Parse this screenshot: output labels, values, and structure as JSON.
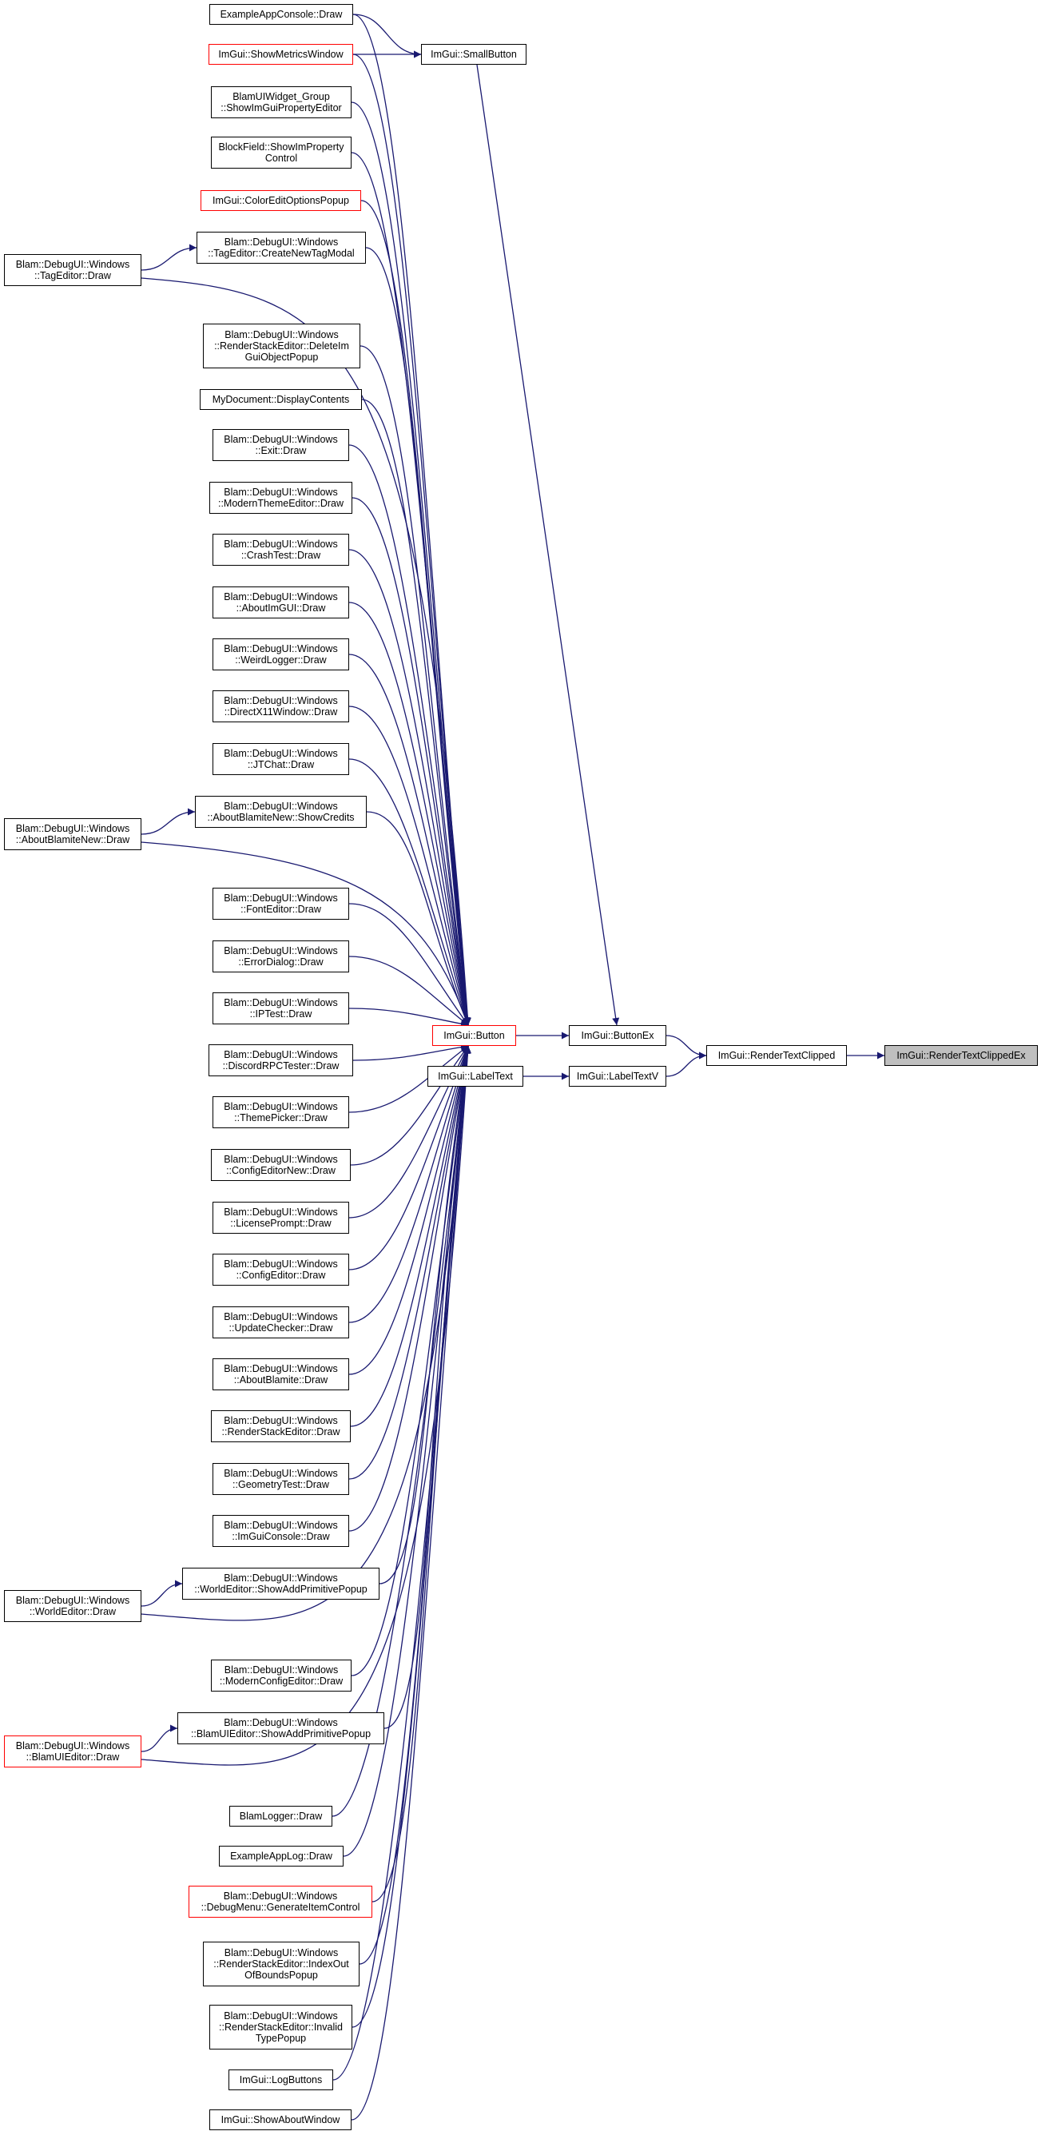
{
  "colors": {
    "edge": "#191970",
    "border": "#000000",
    "border_red": "#ff0000",
    "current_fill": "#bfbfbf"
  },
  "nodes": [
    {
      "id": "renderTextClippedEx",
      "lines": [
        "ImGui::RenderTextClippedEx"
      ],
      "style": "current"
    },
    {
      "id": "renderTextClipped",
      "lines": [
        "ImGui::RenderTextClipped"
      ],
      "style": "normal"
    },
    {
      "id": "buttonEx",
      "lines": [
        "ImGui::ButtonEx"
      ],
      "style": "normal"
    },
    {
      "id": "labelTextV",
      "lines": [
        "ImGui::LabelTextV"
      ],
      "style": "normal"
    },
    {
      "id": "smallButton",
      "lines": [
        "ImGui::SmallButton"
      ],
      "style": "normal"
    },
    {
      "id": "button",
      "lines": [
        "ImGui::Button"
      ],
      "style": "red"
    },
    {
      "id": "labelText",
      "lines": [
        "ImGui::LabelText"
      ],
      "style": "normal"
    },
    {
      "id": "exAppConsole",
      "lines": [
        "ExampleAppConsole::Draw"
      ],
      "style": "normal"
    },
    {
      "id": "showMetrics",
      "lines": [
        "ImGui::ShowMetricsWindow"
      ],
      "style": "red"
    },
    {
      "id": "blamUIWidget",
      "lines": [
        "BlamUIWidget_Group",
        "::ShowImGuiPropertyEditor"
      ],
      "style": "normal"
    },
    {
      "id": "blockField",
      "lines": [
        "BlockField::ShowImProperty",
        "Control"
      ],
      "style": "normal"
    },
    {
      "id": "colorEditOptions",
      "lines": [
        "ImGui::ColorEditOptionsPopup"
      ],
      "style": "red"
    },
    {
      "id": "createNewTagModal",
      "lines": [
        "Blam::DebugUI::Windows",
        "::TagEditor::CreateNewTagModal"
      ],
      "style": "normal"
    },
    {
      "id": "tagEditorDraw",
      "lines": [
        "Blam::DebugUI::Windows",
        "::TagEditor::Draw"
      ],
      "style": "normal"
    },
    {
      "id": "deleteImGui",
      "lines": [
        "Blam::DebugUI::Windows",
        "::RenderStackEditor::DeleteIm",
        "GuiObjectPopup"
      ],
      "style": "normal"
    },
    {
      "id": "myDocument",
      "lines": [
        "MyDocument::DisplayContents"
      ],
      "style": "normal"
    },
    {
      "id": "exitDraw",
      "lines": [
        "Blam::DebugUI::Windows",
        "::Exit::Draw"
      ],
      "style": "normal"
    },
    {
      "id": "modernTheme",
      "lines": [
        "Blam::DebugUI::Windows",
        "::ModernThemeEditor::Draw"
      ],
      "style": "normal"
    },
    {
      "id": "crashTest",
      "lines": [
        "Blam::DebugUI::Windows",
        "::CrashTest::Draw"
      ],
      "style": "normal"
    },
    {
      "id": "aboutImGUI",
      "lines": [
        "Blam::DebugUI::Windows",
        "::AboutImGUI::Draw"
      ],
      "style": "normal"
    },
    {
      "id": "weirdLogger",
      "lines": [
        "Blam::DebugUI::Windows",
        "::WeirdLogger::Draw"
      ],
      "style": "normal"
    },
    {
      "id": "directX11",
      "lines": [
        "Blam::DebugUI::Windows",
        "::DirectX11Window::Draw"
      ],
      "style": "normal"
    },
    {
      "id": "jtChat",
      "lines": [
        "Blam::DebugUI::Windows",
        "::JTChat::Draw"
      ],
      "style": "normal"
    },
    {
      "id": "showCredits",
      "lines": [
        "Blam::DebugUI::Windows",
        "::AboutBlamiteNew::ShowCredits"
      ],
      "style": "normal"
    },
    {
      "id": "aboutBlamiteNew",
      "lines": [
        "Blam::DebugUI::Windows",
        "::AboutBlamiteNew::Draw"
      ],
      "style": "normal"
    },
    {
      "id": "fontEditor",
      "lines": [
        "Blam::DebugUI::Windows",
        "::FontEditor::Draw"
      ],
      "style": "normal"
    },
    {
      "id": "errorDialog",
      "lines": [
        "Blam::DebugUI::Windows",
        "::ErrorDialog::Draw"
      ],
      "style": "normal"
    },
    {
      "id": "ipTest",
      "lines": [
        "Blam::DebugUI::Windows",
        "::IPTest::Draw"
      ],
      "style": "normal"
    },
    {
      "id": "discordRPC",
      "lines": [
        "Blam::DebugUI::Windows",
        "::DiscordRPCTester::Draw"
      ],
      "style": "normal"
    },
    {
      "id": "themePicker",
      "lines": [
        "Blam::DebugUI::Windows",
        "::ThemePicker::Draw"
      ],
      "style": "normal"
    },
    {
      "id": "configEditorNew",
      "lines": [
        "Blam::DebugUI::Windows",
        "::ConfigEditorNew::Draw"
      ],
      "style": "normal"
    },
    {
      "id": "licensePrompt",
      "lines": [
        "Blam::DebugUI::Windows",
        "::LicensePrompt::Draw"
      ],
      "style": "normal"
    },
    {
      "id": "configEditor",
      "lines": [
        "Blam::DebugUI::Windows",
        "::ConfigEditor::Draw"
      ],
      "style": "normal"
    },
    {
      "id": "updateChecker",
      "lines": [
        "Blam::DebugUI::Windows",
        "::UpdateChecker::Draw"
      ],
      "style": "normal"
    },
    {
      "id": "aboutBlamite",
      "lines": [
        "Blam::DebugUI::Windows",
        "::AboutBlamite::Draw"
      ],
      "style": "normal"
    },
    {
      "id": "renderStackEditor",
      "lines": [
        "Blam::DebugUI::Windows",
        "::RenderStackEditor::Draw"
      ],
      "style": "normal"
    },
    {
      "id": "geometryTest",
      "lines": [
        "Blam::DebugUI::Windows",
        "::GeometryTest::Draw"
      ],
      "style": "normal"
    },
    {
      "id": "imGuiConsole",
      "lines": [
        "Blam::DebugUI::Windows",
        "::ImGuiConsole::Draw"
      ],
      "style": "normal"
    },
    {
      "id": "worldAddPrim",
      "lines": [
        "Blam::DebugUI::Windows",
        "::WorldEditor::ShowAddPrimitivePopup"
      ],
      "style": "normal"
    },
    {
      "id": "worldEditorDraw",
      "lines": [
        "Blam::DebugUI::Windows",
        "::WorldEditor::Draw"
      ],
      "style": "normal"
    },
    {
      "id": "modernConfig",
      "lines": [
        "Blam::DebugUI::Windows",
        "::ModernConfigEditor::Draw"
      ],
      "style": "normal"
    },
    {
      "id": "blamUIAddPrim",
      "lines": [
        "Blam::DebugUI::Windows",
        "::BlamUIEditor::ShowAddPrimitivePopup"
      ],
      "style": "normal"
    },
    {
      "id": "blamUIEditorDraw",
      "lines": [
        "Blam::DebugUI::Windows",
        "::BlamUIEditor::Draw"
      ],
      "style": "red"
    },
    {
      "id": "blamLogger",
      "lines": [
        "BlamLogger::Draw"
      ],
      "style": "normal"
    },
    {
      "id": "exAppLog",
      "lines": [
        "ExampleAppLog::Draw"
      ],
      "style": "normal"
    },
    {
      "id": "debugMenu",
      "lines": [
        "Blam::DebugUI::Windows",
        "::DebugMenu::GenerateItemControl"
      ],
      "style": "red"
    },
    {
      "id": "indexOutOfBounds",
      "lines": [
        "Blam::DebugUI::Windows",
        "::RenderStackEditor::IndexOut",
        "OfBoundsPopup"
      ],
      "style": "normal"
    },
    {
      "id": "invalidType",
      "lines": [
        "Blam::DebugUI::Windows",
        "::RenderStackEditor::Invalid",
        "TypePopup"
      ],
      "style": "normal"
    },
    {
      "id": "logButtons",
      "lines": [
        "ImGui::LogButtons"
      ],
      "style": "normal"
    },
    {
      "id": "showAbout",
      "lines": [
        "ImGui::ShowAboutWindow"
      ],
      "style": "normal"
    }
  ],
  "edges": [
    [
      "renderTextClipped",
      "renderTextClippedEx"
    ],
    [
      "buttonEx",
      "renderTextClipped"
    ],
    [
      "labelTextV",
      "renderTextClipped"
    ],
    [
      "smallButton",
      "buttonEx"
    ],
    [
      "button",
      "buttonEx"
    ],
    [
      "labelText",
      "labelTextV"
    ],
    [
      "exAppConsole",
      "smallButton"
    ],
    [
      "showMetrics",
      "smallButton"
    ],
    [
      "exAppConsole",
      "button"
    ],
    [
      "showMetrics",
      "button"
    ],
    [
      "blamUIWidget",
      "button"
    ],
    [
      "blockField",
      "button"
    ],
    [
      "colorEditOptions",
      "button"
    ],
    [
      "createNewTagModal",
      "button"
    ],
    [
      "tagEditorDraw",
      "createNewTagModal"
    ],
    [
      "tagEditorDraw",
      "button"
    ],
    [
      "deleteImGui",
      "button"
    ],
    [
      "myDocument",
      "button"
    ],
    [
      "exitDraw",
      "button"
    ],
    [
      "modernTheme",
      "button"
    ],
    [
      "crashTest",
      "button"
    ],
    [
      "aboutImGUI",
      "button"
    ],
    [
      "weirdLogger",
      "button"
    ],
    [
      "directX11",
      "button"
    ],
    [
      "jtChat",
      "button"
    ],
    [
      "showCredits",
      "button"
    ],
    [
      "aboutBlamiteNew",
      "showCredits"
    ],
    [
      "aboutBlamiteNew",
      "button"
    ],
    [
      "fontEditor",
      "button"
    ],
    [
      "errorDialog",
      "button"
    ],
    [
      "ipTest",
      "button"
    ],
    [
      "discordRPC",
      "button"
    ],
    [
      "themePicker",
      "button"
    ],
    [
      "configEditorNew",
      "button"
    ],
    [
      "licensePrompt",
      "button"
    ],
    [
      "configEditor",
      "button"
    ],
    [
      "updateChecker",
      "button"
    ],
    [
      "aboutBlamite",
      "button"
    ],
    [
      "renderStackEditor",
      "button"
    ],
    [
      "geometryTest",
      "button"
    ],
    [
      "imGuiConsole",
      "button"
    ],
    [
      "worldAddPrim",
      "button"
    ],
    [
      "worldEditorDraw",
      "worldAddPrim"
    ],
    [
      "worldEditorDraw",
      "button"
    ],
    [
      "modernConfig",
      "button"
    ],
    [
      "blamUIAddPrim",
      "button"
    ],
    [
      "blamUIEditorDraw",
      "blamUIAddPrim"
    ],
    [
      "blamUIEditorDraw",
      "button"
    ],
    [
      "blamLogger",
      "button"
    ],
    [
      "exAppLog",
      "button"
    ],
    [
      "debugMenu",
      "button"
    ],
    [
      "indexOutOfBounds",
      "button"
    ],
    [
      "invalidType",
      "button"
    ],
    [
      "logButtons",
      "button"
    ],
    [
      "showAbout",
      "button"
    ]
  ]
}
